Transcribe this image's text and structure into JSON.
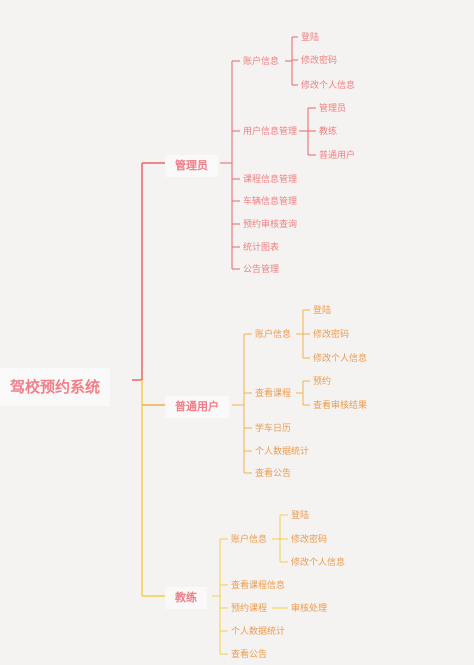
{
  "root": "驾校预约系统",
  "colors": {
    "red": "#e8666a",
    "orange": "#f1b04a",
    "yellow": "#f3cf4a"
  },
  "branches": [
    {
      "label": "管理员",
      "children": [
        {
          "label": "账户信息",
          "children": [
            "登陆",
            "修改密码",
            "修改个人信息"
          ]
        },
        {
          "label": "用户信息管理",
          "children": [
            "管理员",
            "教练",
            "普通用户"
          ]
        },
        {
          "label": "课程信息管理"
        },
        {
          "label": "车辆信息管理"
        },
        {
          "label": "预约审核查询"
        },
        {
          "label": "统计图表"
        },
        {
          "label": "公告管理"
        }
      ]
    },
    {
      "label": "普通用户",
      "children": [
        {
          "label": "账户信息",
          "children": [
            "登陆",
            "修改密码",
            "修改个人信息"
          ]
        },
        {
          "label": "查看课程",
          "children": [
            "预约",
            "查看审核结果"
          ]
        },
        {
          "label": "学车日历"
        },
        {
          "label": "个人数据统计"
        },
        {
          "label": "查看公告"
        }
      ]
    },
    {
      "label": "教练",
      "children": [
        {
          "label": "账户信息",
          "children": [
            "登陆",
            "修改密码",
            "修改个人信息"
          ]
        },
        {
          "label": "查看课程信息"
        },
        {
          "label": "预约课程",
          "children": [
            "审核处理"
          ]
        },
        {
          "label": "个人数据统计"
        },
        {
          "label": "查看公告"
        }
      ]
    }
  ]
}
